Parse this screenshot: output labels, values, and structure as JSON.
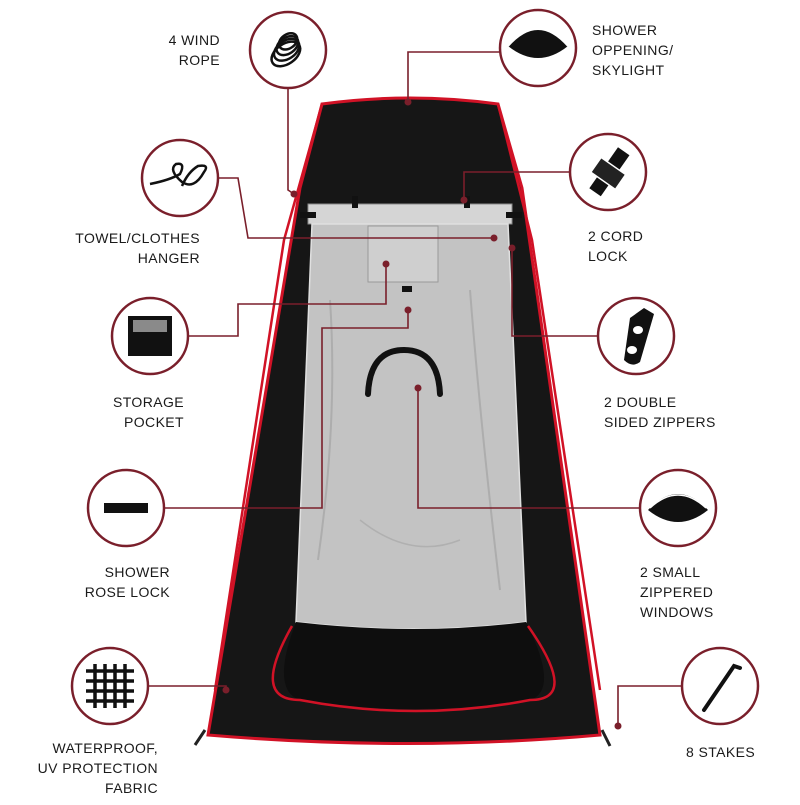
{
  "accent_color": "#7a1f2b",
  "tent_colors": {
    "body": "#161616",
    "trim": "#d11226",
    "inner": "#c3c3c3"
  },
  "features": [
    {
      "id": "wind-rope",
      "icon": "rope-coil-icon",
      "lines": [
        "4 WIND",
        "ROPE"
      ]
    },
    {
      "id": "shower-opening",
      "icon": "shower-opening-icon",
      "lines": [
        "SHOWER",
        "OPPENING/",
        "SKYLIGHT"
      ]
    },
    {
      "id": "towel-hanger",
      "icon": "towel-hanger-icon",
      "lines": [
        "TOWEL/CLOTHES",
        "HANGER"
      ]
    },
    {
      "id": "cord-lock",
      "icon": "cord-lock-icon",
      "lines": [
        "2 CORD",
        "LOCK"
      ]
    },
    {
      "id": "storage-pocket",
      "icon": "storage-pocket-icon",
      "lines": [
        "STORAGE",
        "POCKET"
      ]
    },
    {
      "id": "double-zippers",
      "icon": "zipper-pull-icon",
      "lines": [
        "2 DOUBLE",
        "SIDED ZIPPERS"
      ]
    },
    {
      "id": "shower-rose-lock",
      "icon": "shower-rose-lock-icon",
      "lines": [
        "SHOWER",
        "ROSE LOCK"
      ]
    },
    {
      "id": "zippered-windows",
      "icon": "zippered-window-icon",
      "lines": [
        "2 SMALL",
        "ZIPPERED",
        "WINDOWS"
      ]
    },
    {
      "id": "waterproof-fabric",
      "icon": "fabric-grid-icon",
      "lines": [
        "WATERPROOF,",
        "UV PROTECTION",
        "FABRIC"
      ]
    },
    {
      "id": "stakes",
      "icon": "stake-icon",
      "lines": [
        "8 STAKES"
      ]
    }
  ]
}
